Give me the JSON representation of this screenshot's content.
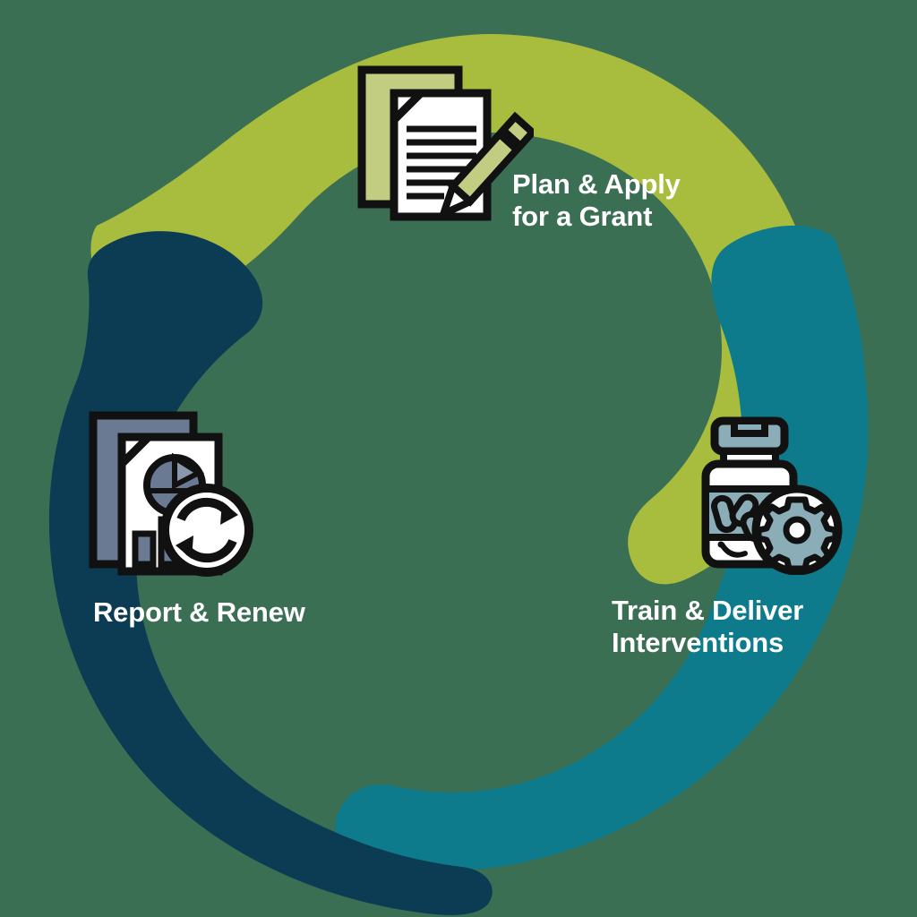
{
  "diagram": {
    "type": "three-stage-cycle-wheel",
    "background_color": "#3a6f53",
    "center_hole_color": "#3a6f53",
    "segments": [
      {
        "id": "plan",
        "label": "Plan & Apply\nfor a Grant",
        "label_line1": "Plan & Apply",
        "label_line2": "for a Grant",
        "color": "#a8bc3d",
        "text_color": "#ffffff",
        "icon": "document-pencil-icon",
        "position": "top"
      },
      {
        "id": "train",
        "label": "Train & Deliver\nInterventions",
        "label_line1": "Train & Deliver",
        "label_line2": "Interventions",
        "color": "#0e7b8c",
        "text_color": "#ffffff",
        "icon": "pill-bottle-gear-icon",
        "position": "bottom-right"
      },
      {
        "id": "report",
        "label": "Report & Renew",
        "label_line1": "Report & Renew",
        "label_line2": "",
        "color": "#0b3c54",
        "text_color": "#ffffff",
        "icon": "report-chart-refresh-icon",
        "position": "bottom-left"
      }
    ],
    "icon_palette": {
      "outline": "#111111",
      "paper_white": "#ffffff",
      "plan_accent": "#c3cd82",
      "train_accent": "#8aadb8",
      "report_accent": "#6b7a93",
      "report_accent_dark": "#5c6a84"
    }
  }
}
